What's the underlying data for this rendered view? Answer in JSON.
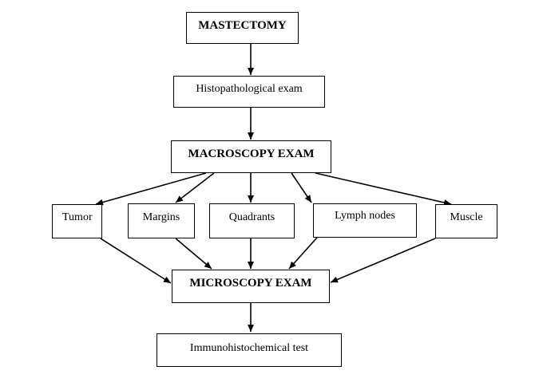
{
  "nodes": {
    "mastectomy": "MASTECTOMY",
    "histopathological_exam": "Histopathological exam",
    "macroscopy_exam": "MACROSCOPY EXAM",
    "tumor": "Tumor",
    "margins": "Margins",
    "quadrants": "Quadrants",
    "lymph_nodes": "Lymph nodes",
    "muscle": "Muscle",
    "microscopy_exam": "MICROSCOPY EXAM",
    "immunohistochemical_test": "Immunohistochemical test"
  },
  "colors": {
    "stroke": "#000000",
    "background": "#ffffff"
  }
}
